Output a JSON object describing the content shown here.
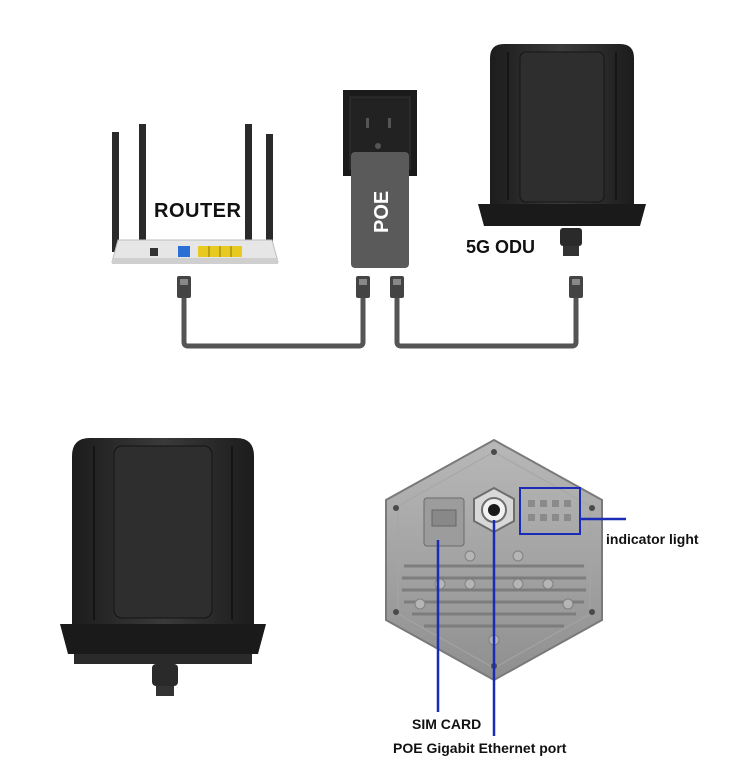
{
  "labels": {
    "router": "ROUTER",
    "poe": "POE",
    "odu": "5G ODU",
    "indicator_light": "indicator light",
    "sim_card": "SIM CARD",
    "poe_port": "POE Gigabit Ethernet port"
  },
  "colors": {
    "device_body": "#2b2b2b",
    "device_dark": "#1a1a1a",
    "router_body": "#e8e8e8",
    "poe_adapter": "#5a5a5a",
    "cable": "#555555",
    "callout_line": "#1a2bb8",
    "panel_gray": "#9a9a9a",
    "lan_ports": "#e8c920",
    "wan_port": "#2a6fd6"
  }
}
